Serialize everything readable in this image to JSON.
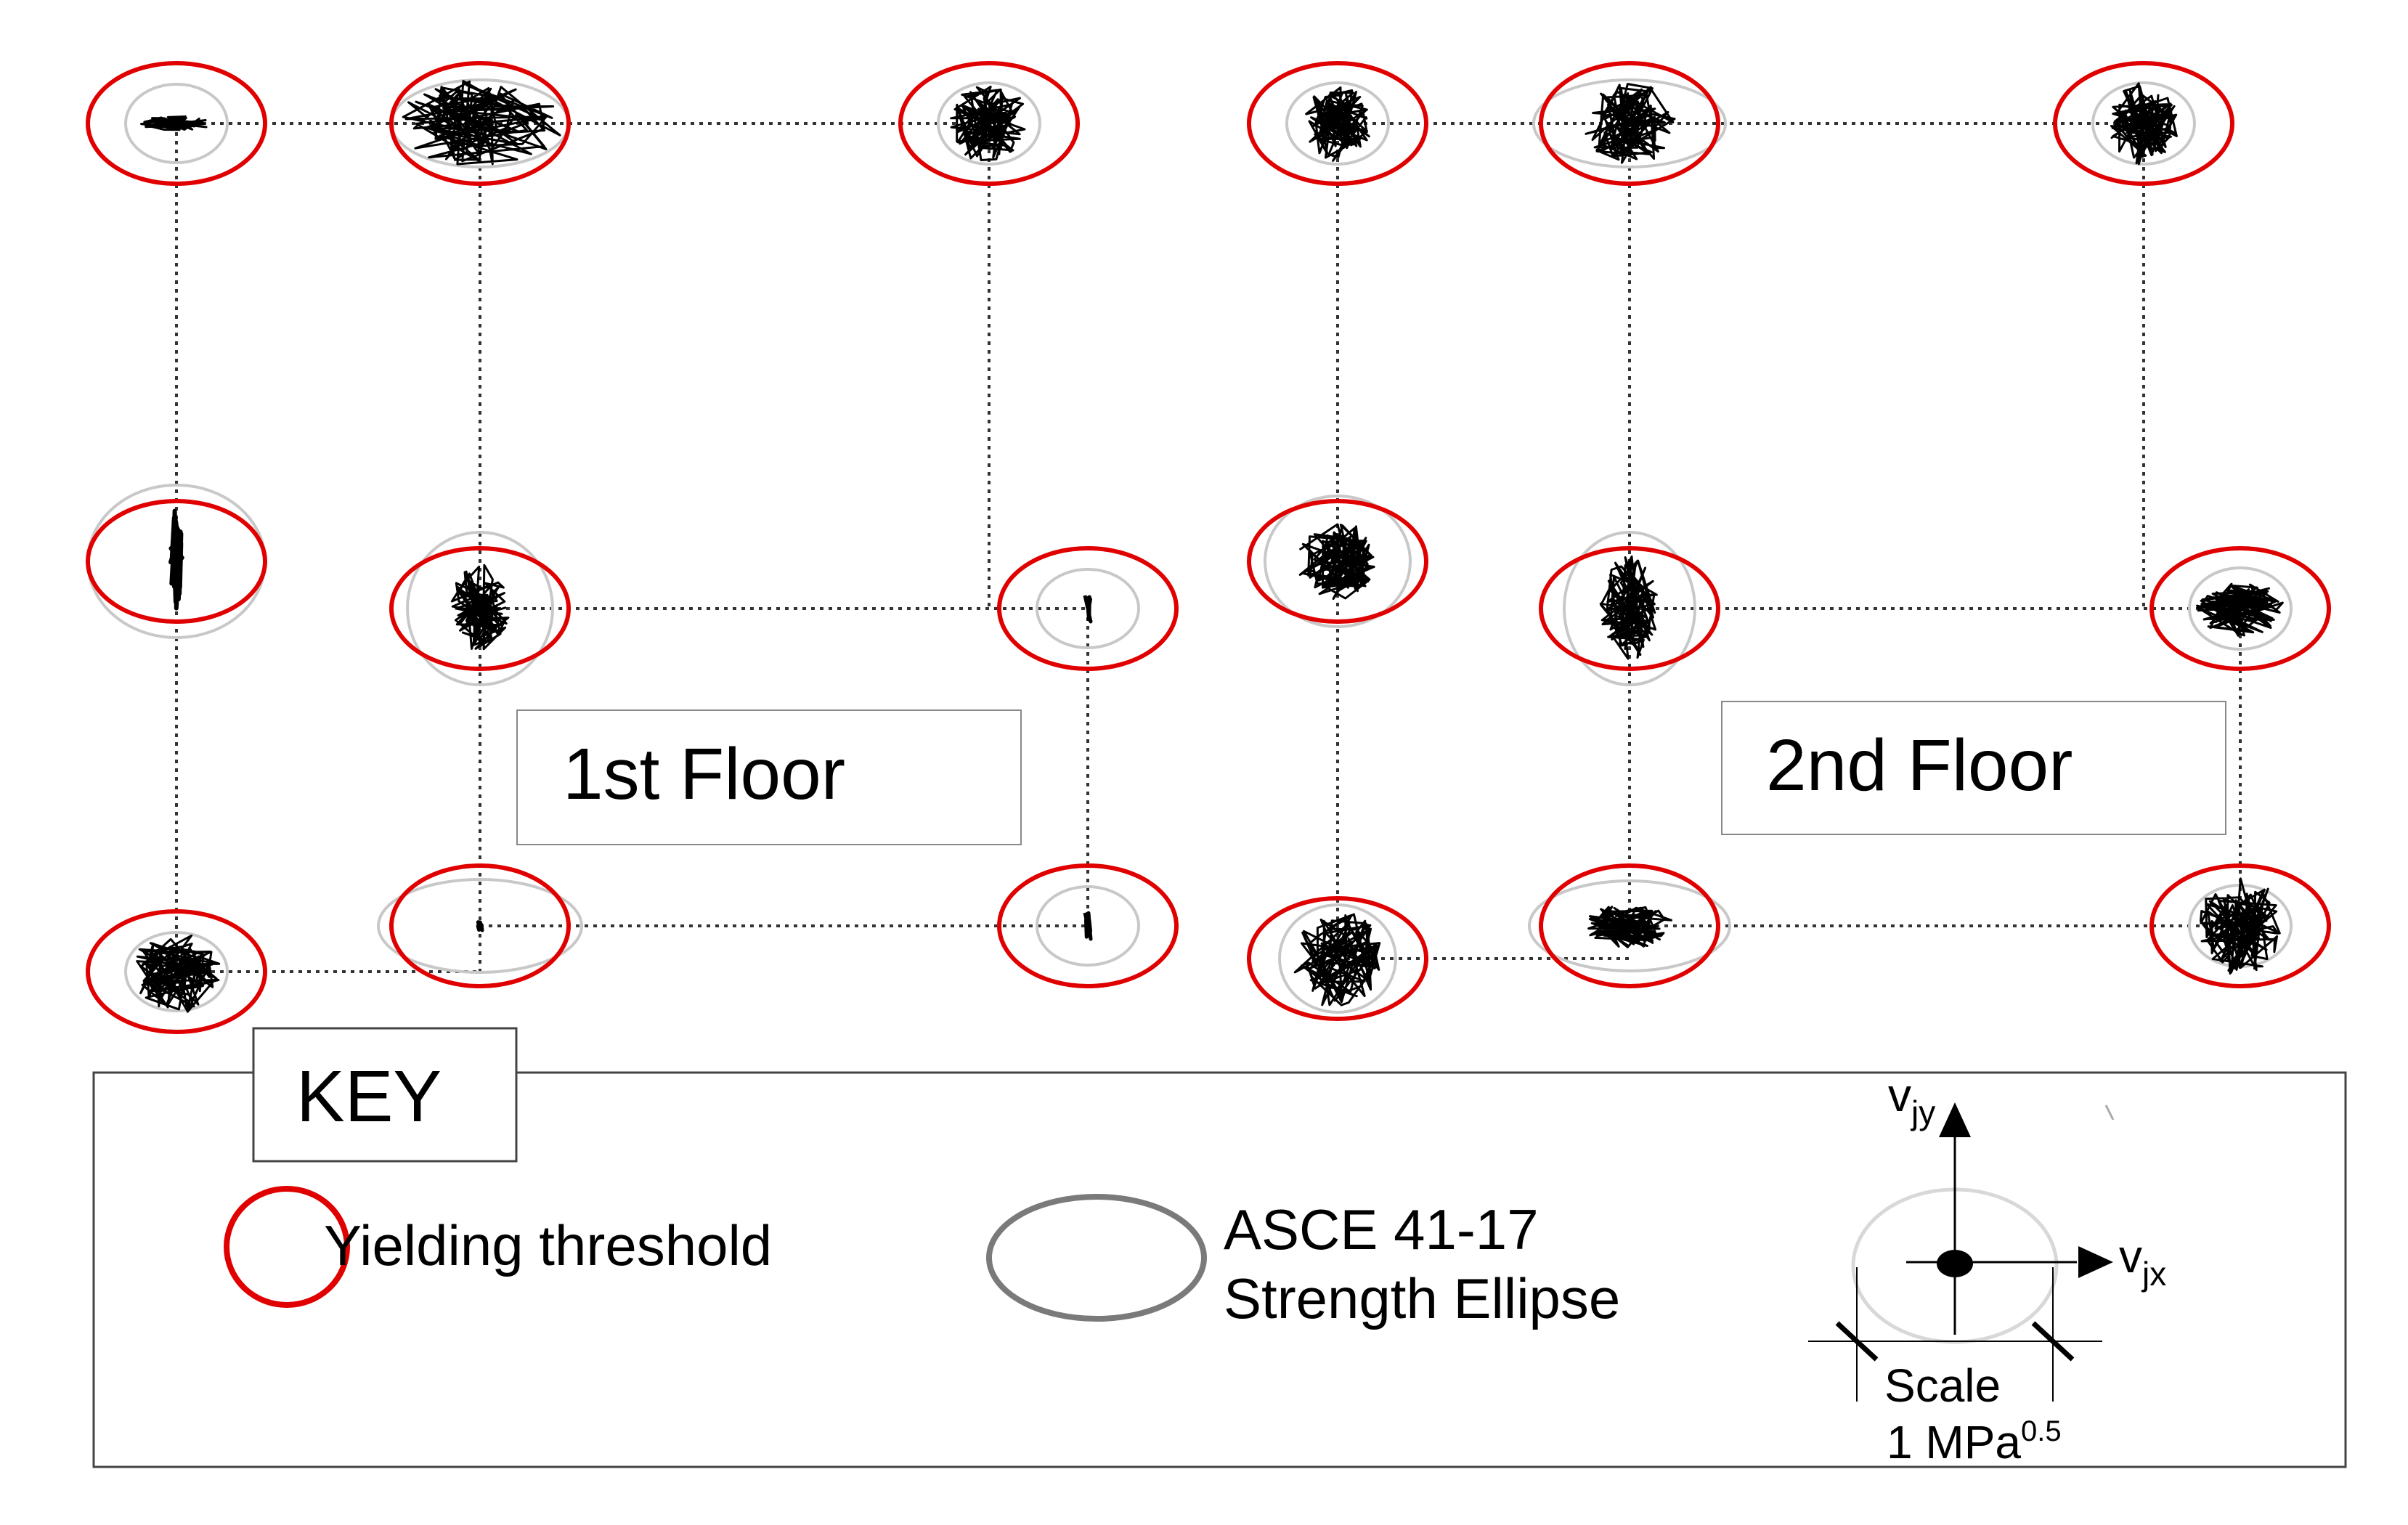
{
  "floors": [
    {
      "label": "1st Floor"
    },
    {
      "label": "2nd Floor"
    }
  ],
  "key": {
    "title": "KEY",
    "items": [
      {
        "label": "Yielding threshold",
        "color": "#e00000",
        "icon": "red-circle-icon"
      },
      {
        "label_lines": [
          "ASCE 41-17",
          "Strength Ellipse"
        ],
        "color": "#7a7a7a",
        "icon": "grey-ellipse-icon"
      }
    ],
    "axes": {
      "y_symbol": "v",
      "y_sub": "jy",
      "x_symbol": "v",
      "x_sub": "jx"
    },
    "scale": {
      "line1": "Scale",
      "line2_base": "1 MPa",
      "line2_sup": "0.5"
    }
  },
  "colors": {
    "yield": "#e00000",
    "strength": "#c8c8c8",
    "trace": "#000000",
    "grid": "#333333"
  }
}
